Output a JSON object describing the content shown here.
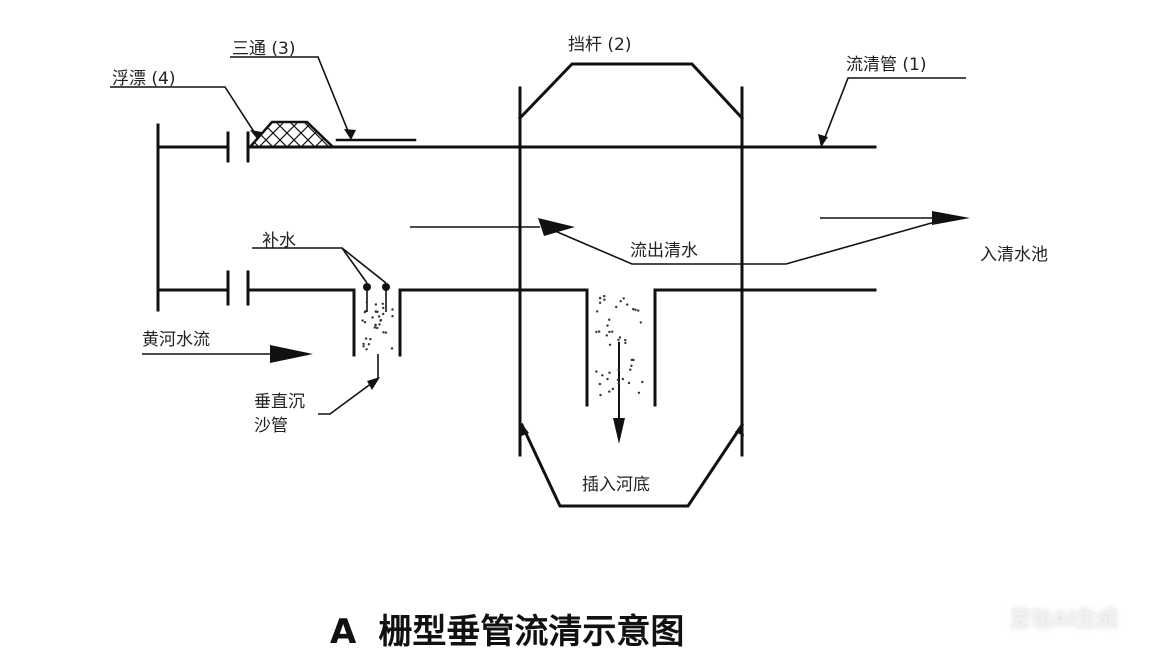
{
  "labels": {
    "float": "浮漂 (4)",
    "tee": "三通 (3)",
    "baffle": "挡杆 (2)",
    "clean_pipe": "流清管 (1)",
    "makeup_water": "补水",
    "yellow_river_flow": "黄河水流",
    "vertical_pipe_line1": "垂直沉",
    "vertical_pipe_line2": "沙管",
    "clean_outflow": "流出清水",
    "to_clean_pool": "入清水池",
    "insert_riverbed": "插入河底"
  },
  "title": {
    "letter": "A",
    "text": "栅型垂管流清示意图"
  },
  "watermark": "豆包AI生成",
  "colors": {
    "line": "#111111",
    "text": "#222222",
    "background": "#ffffff"
  }
}
